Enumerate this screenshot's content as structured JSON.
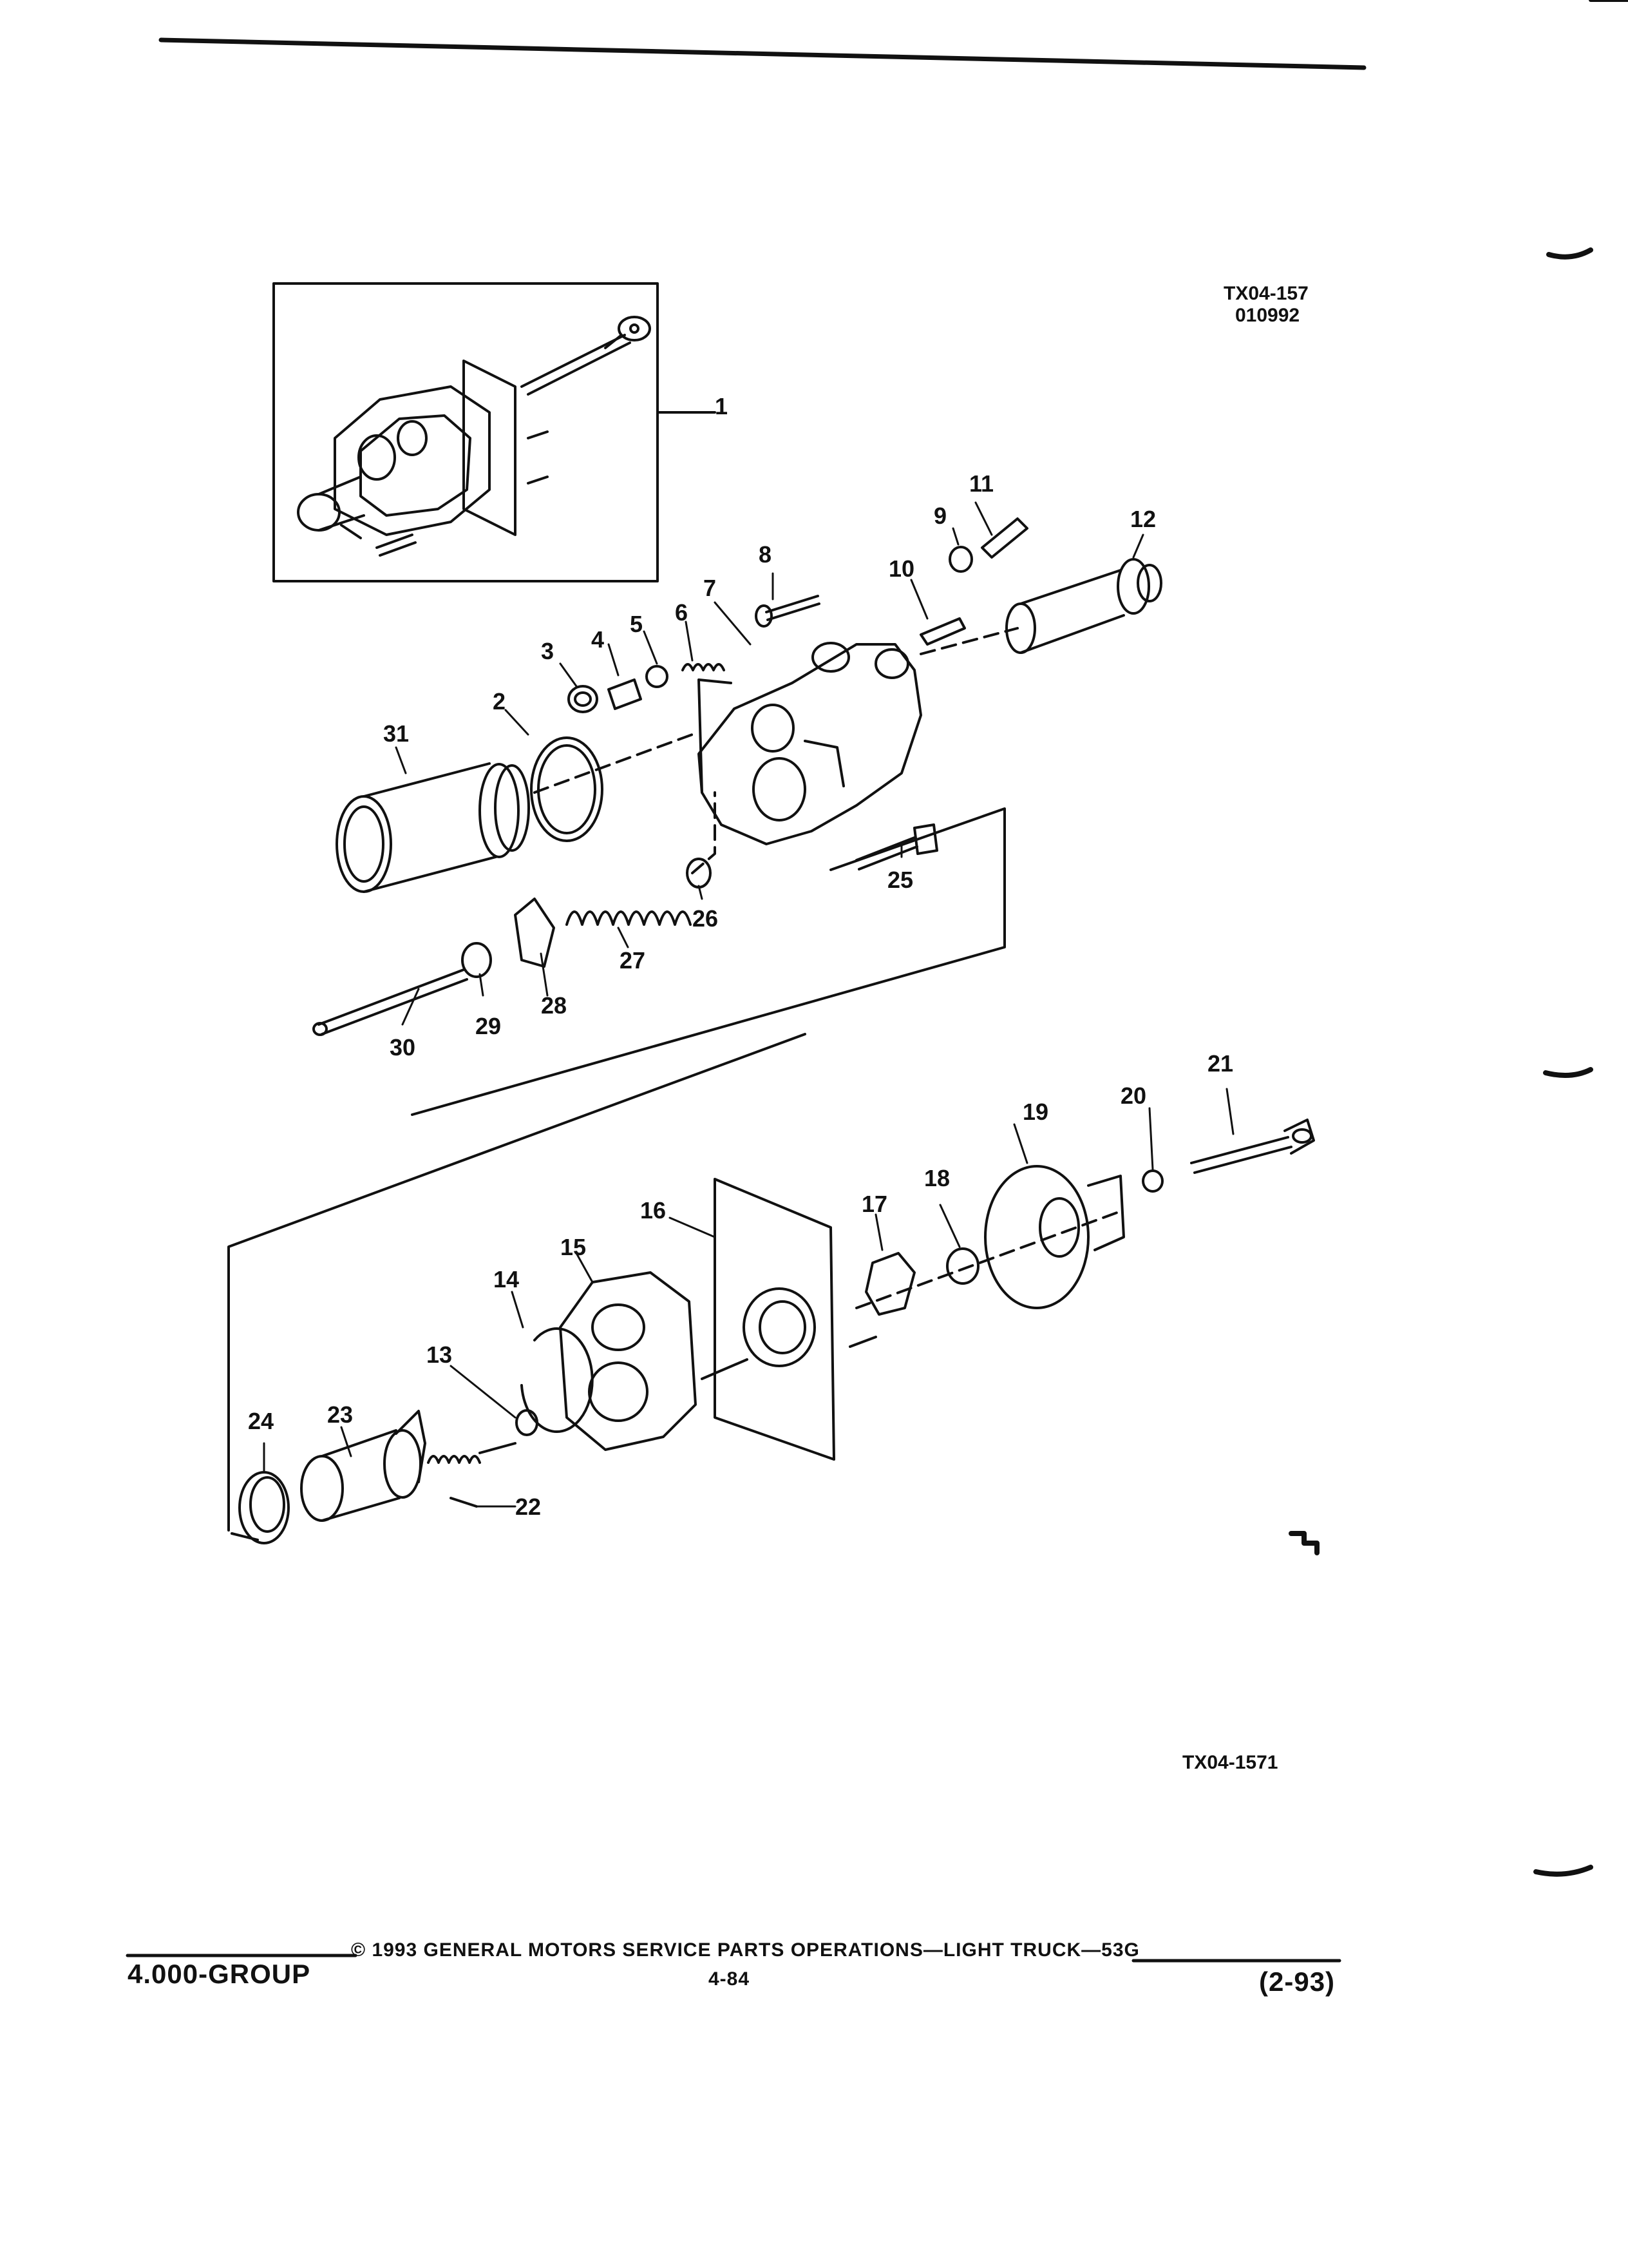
{
  "figure": {
    "inset_code": "TX04-157",
    "inset_date": "010992",
    "main_code": "TX04-1571"
  },
  "callouts": [
    "1",
    "2",
    "3",
    "4",
    "5",
    "6",
    "7",
    "8",
    "9",
    "10",
    "11",
    "12",
    "13",
    "14",
    "15",
    "16",
    "17",
    "18",
    "19",
    "20",
    "21",
    "22",
    "23",
    "24",
    "25",
    "26",
    "27",
    "28",
    "29",
    "30",
    "31"
  ],
  "footer": {
    "group": "4.000-GROUP",
    "copyright": "© 1993 GENERAL MOTORS SERVICE PARTS OPERATIONS—LIGHT TRUCK—53G",
    "page": "4-84",
    "revision": "(2-93)"
  }
}
